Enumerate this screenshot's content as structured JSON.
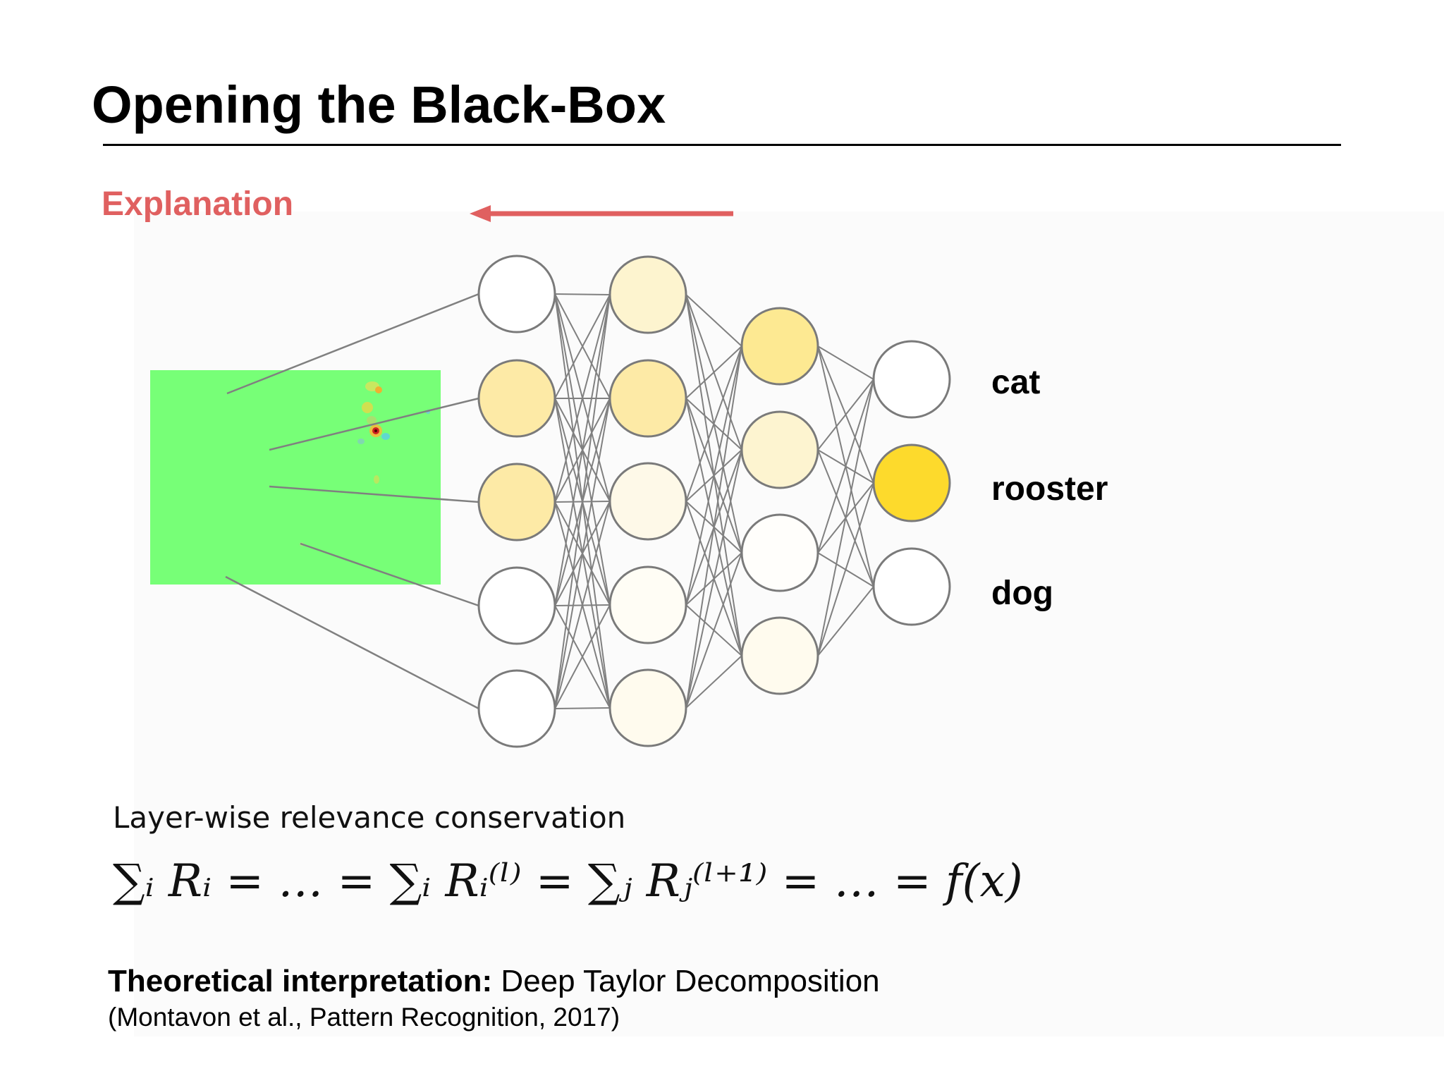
{
  "slide": {
    "title": "Opening the Black-Box",
    "explanation_label": "Explanation",
    "colors": {
      "accent": "#e06060",
      "heatmap_bg": "#77ff77",
      "edge": "#808080",
      "node_stroke": "#7a7a7a"
    }
  },
  "network": {
    "layers": [
      {
        "name": "input-layer",
        "node_fills": [
          "#ffffff",
          "#fdeaa6",
          "#fdeaa6",
          "#ffffff",
          "#ffffff"
        ]
      },
      {
        "name": "hidden-layer-1",
        "node_fills": [
          "#fdf4cf",
          "#fdeaa6",
          "#fef9e8",
          "#fffdf5",
          "#fffbee"
        ]
      },
      {
        "name": "hidden-layer-2",
        "node_fills": [
          "#fde992",
          "#fdf4d0",
          "#fffefb",
          "#fffbee"
        ]
      },
      {
        "name": "output-layer",
        "node_fills": [
          "#ffffff",
          "#fdda2c",
          "#ffffff"
        ]
      }
    ],
    "outputs": [
      "cat",
      "rooster",
      "dog"
    ]
  },
  "caption": {
    "label": "Layer-wise relevance conservation"
  },
  "formula": {
    "text": "∑ᵢ Rᵢ = … = ∑ᵢ Rᵢ⁽ˡ⁾ = ∑ⱼ Rⱼ⁽ˡ⁺¹⁾ = … = f(x)"
  },
  "theory": {
    "bold": "Theoretical interpretation:",
    "text": " Deep Taylor Decomposition"
  },
  "reference": {
    "text": "(Montavon et al., Pattern Recognition, 2017)"
  }
}
